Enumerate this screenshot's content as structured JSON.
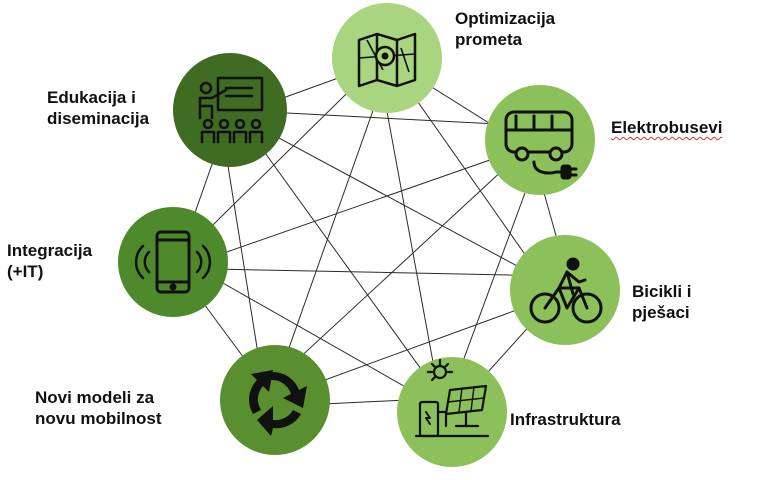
{
  "diagram": {
    "colors": {
      "dark": "#3f6b23",
      "mid": "#4e8a2c",
      "medium": "#5a8f2f",
      "light": "#8cc05a",
      "pale": "#a9d480",
      "line": "#2b2b2b"
    },
    "nodes": [
      {
        "id": "optimizacija",
        "label_lines": [
          "Optimizacija",
          "prometa"
        ],
        "icon": "map-icon",
        "fill": "pale"
      },
      {
        "id": "elektrobusevi",
        "label_lines": [
          "Elektrobusevi"
        ],
        "icon": "electric-bus-icon",
        "fill": "light"
      },
      {
        "id": "bicikli",
        "label_lines": [
          "Bicikli i",
          "pješaci"
        ],
        "icon": "cyclist-icon",
        "fill": "light"
      },
      {
        "id": "infrastruktura",
        "label_lines": [
          "Infrastruktura"
        ],
        "icon": "solar-charging-icon",
        "fill": "light"
      },
      {
        "id": "novi-modeli",
        "label_lines": [
          "Novi modeli za",
          "novu mobilnost"
        ],
        "icon": "recycle-arrows-icon",
        "fill": "medium"
      },
      {
        "id": "integracija",
        "label_lines": [
          "Integracija",
          "(+IT)"
        ],
        "icon": "smartphone-icon",
        "fill": "mid"
      },
      {
        "id": "edukacija",
        "label_lines": [
          "Edukacija i",
          "diseminacija"
        ],
        "icon": "classroom-icon",
        "fill": "dark"
      }
    ],
    "connections": "all-to-all"
  }
}
